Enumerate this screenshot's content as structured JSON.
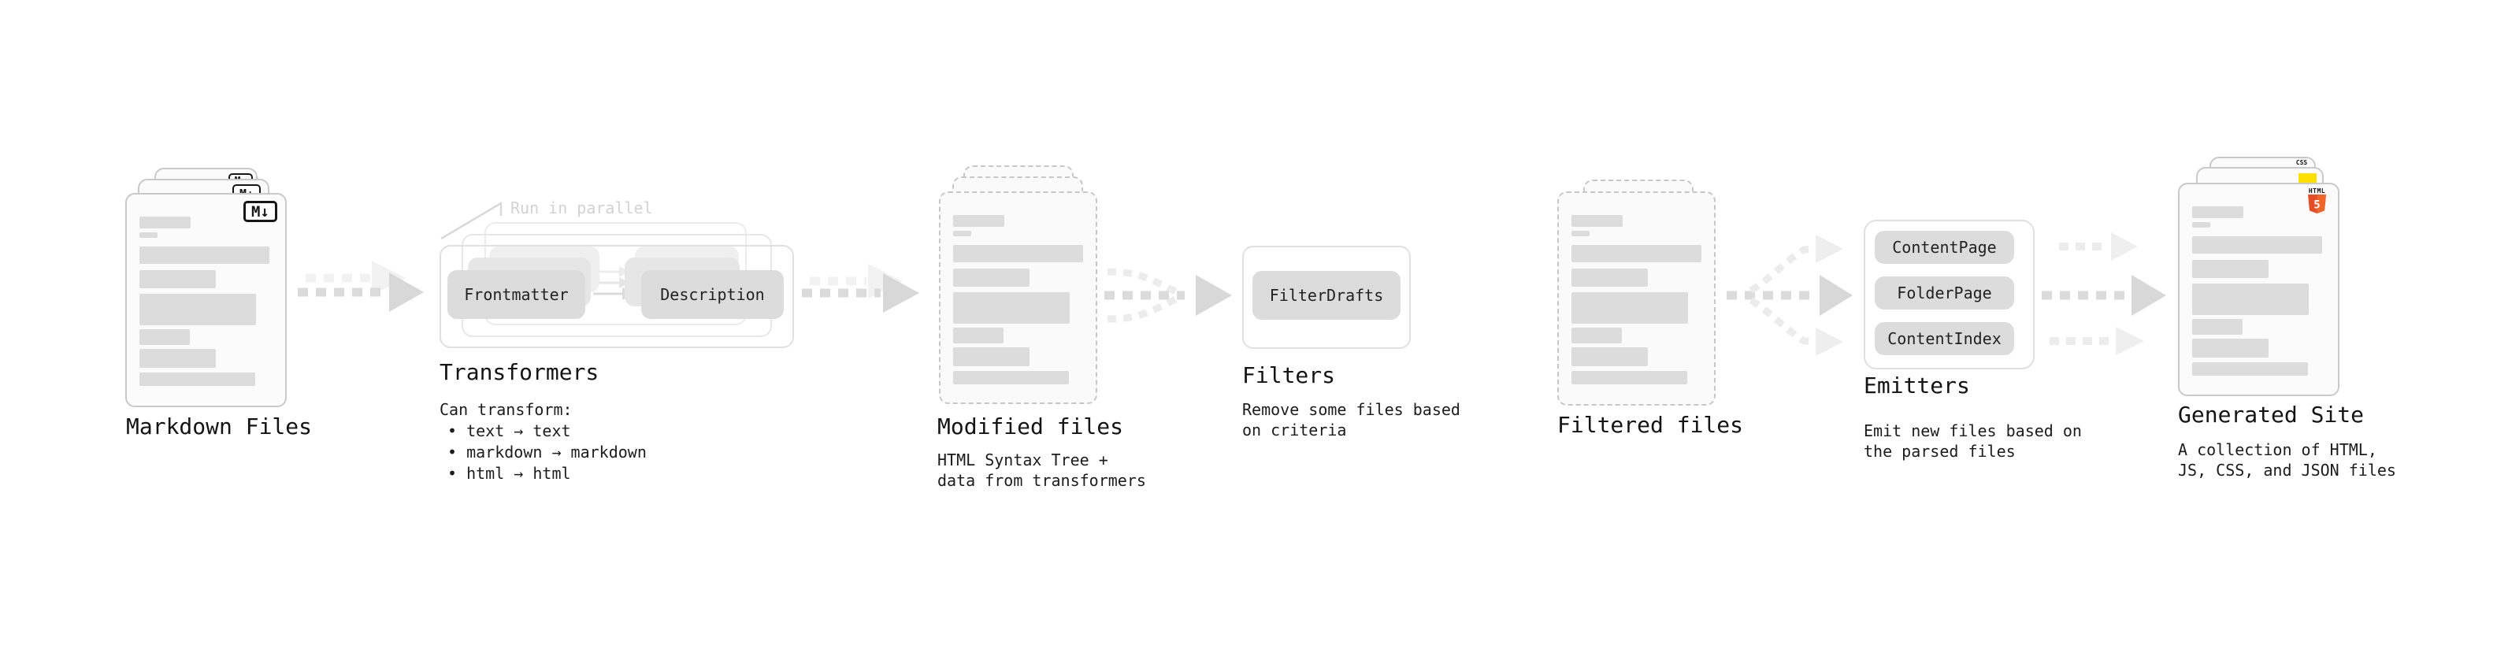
{
  "diagram": {
    "markdown": {
      "title": "Markdown Files",
      "icon_label": "M↓"
    },
    "transformers": {
      "title": "Transformers",
      "annotation": "Run in parallel",
      "button_left": "Frontmatter",
      "button_right": "Description",
      "desc_heading": "Can transform:",
      "bullets": [
        "• text → text",
        "• markdown → markdown",
        "• html → html"
      ]
    },
    "modified": {
      "title": "Modified files",
      "desc_line1": "HTML Syntax Tree +",
      "desc_line2": "data from transformers"
    },
    "filters": {
      "title": "Filters",
      "button": "FilterDrafts",
      "desc_line1": "Remove some files based",
      "desc_line2": "on criteria"
    },
    "filtered": {
      "title": "Filtered files"
    },
    "emitters": {
      "title": "Emitters",
      "buttons": [
        "ContentPage",
        "FolderPage",
        "ContentIndex"
      ],
      "desc_line1": "Emit new files based on",
      "desc_line2": "the parsed files"
    },
    "generated": {
      "title": "Generated Site",
      "desc_line1": "A collection of HTML,",
      "desc_line2": "JS, CSS, and JSON files",
      "icon_html_label": "HTML",
      "icon_html_number": "5",
      "icon_css_label": "CSS"
    },
    "colors": {
      "html5_orange": "#e44d26",
      "html5_orange_light": "#f16529",
      "js_yellow": "#ffdf00",
      "css_blue": "#2765f0",
      "arrow_gray": "#d8d8d8",
      "node_gray": "#dcdcdc"
    }
  }
}
